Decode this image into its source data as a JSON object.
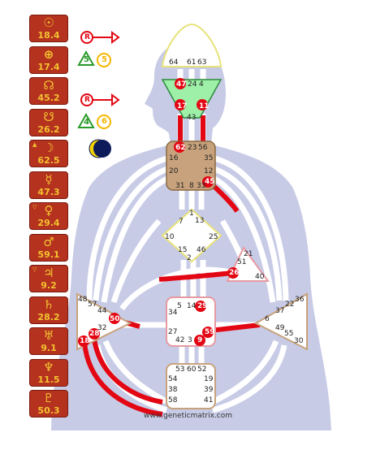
{
  "colors": {
    "body_silhouette": "#c7cbe6",
    "planet_panel": "#b5321f",
    "planet_text": "#f2c230",
    "active_gate": "#e30613",
    "throat_center": "#ffffff",
    "ajna_center": "#9ef0a8",
    "g_center": "#ffffff",
    "sacral_center": "#ffffff",
    "ego_center": "#ffffff",
    "spleen_center": "#ffffff",
    "solar_plexus": "#ffffff",
    "root_center": "#ffffff",
    "heart_center": "#c8a27c"
  },
  "planets": [
    {
      "icon": "sun-icon",
      "symbol": "☉",
      "value": "18.4",
      "marker": ""
    },
    {
      "icon": "earth-icon",
      "symbol": "⊕",
      "value": "17.4",
      "marker": ""
    },
    {
      "icon": "north-node-icon",
      "symbol": "☊",
      "value": "45.2",
      "marker": ""
    },
    {
      "icon": "south-node-icon",
      "symbol": "☋",
      "value": "26.2",
      "marker": ""
    },
    {
      "icon": "moon-icon",
      "symbol": "☽",
      "value": "62.5",
      "marker": "▲"
    },
    {
      "icon": "mercury-icon",
      "symbol": "☿",
      "value": "47.3",
      "marker": ""
    },
    {
      "icon": "venus-icon",
      "symbol": "♀",
      "value": "29.4",
      "marker": "▽"
    },
    {
      "icon": "mars-icon",
      "symbol": "♂",
      "value": "59.1",
      "marker": ""
    },
    {
      "icon": "jupiter-icon",
      "symbol": "♃",
      "value": "9.2",
      "marker": "▽"
    },
    {
      "icon": "saturn-icon",
      "symbol": "♄",
      "value": "28.2",
      "marker": ""
    },
    {
      "icon": "uranus-icon",
      "symbol": "♅",
      "value": "9.1",
      "marker": ""
    },
    {
      "icon": "neptune-icon",
      "symbol": "♆",
      "value": "11.5",
      "marker": ""
    },
    {
      "icon": "pluto-icon",
      "symbol": "♇",
      "value": "50.3",
      "marker": ""
    }
  ],
  "variables": {
    "top": {
      "arrow_label": "R",
      "tri_num": "5",
      "circle_num": "5"
    },
    "bottom": {
      "arrow_label": "R",
      "tri_num": "4",
      "circle_num": "6"
    }
  },
  "gates": {
    "head": [
      "64",
      "61",
      "63"
    ],
    "ajna": [
      "47",
      "24",
      "4",
      "17",
      "11",
      "43"
    ],
    "throat": [
      "62",
      "23",
      "56",
      "16",
      "35",
      "20",
      "12",
      "31",
      "8",
      "33",
      "45"
    ],
    "g": [
      "1",
      "13",
      "7",
      "25",
      "10",
      "15",
      "2",
      "46"
    ],
    "ego": [
      "21",
      "51",
      "26",
      "40"
    ],
    "spleen": [
      "48",
      "57",
      "44",
      "50",
      "32",
      "28",
      "18"
    ],
    "sacral": [
      "5",
      "14",
      "29",
      "34",
      "27",
      "42",
      "3",
      "9",
      "59"
    ],
    "solar": [
      "36",
      "22",
      "37",
      "6",
      "49",
      "55",
      "30"
    ],
    "root": [
      "53",
      "60",
      "52",
      "54",
      "19",
      "38",
      "39",
      "58",
      "41"
    ]
  },
  "active_gates": [
    "47",
    "17",
    "11",
    "62",
    "45",
    "26",
    "29",
    "50",
    "28",
    "18",
    "59",
    "9"
  ],
  "footer": "www.geneticmatrix.com"
}
